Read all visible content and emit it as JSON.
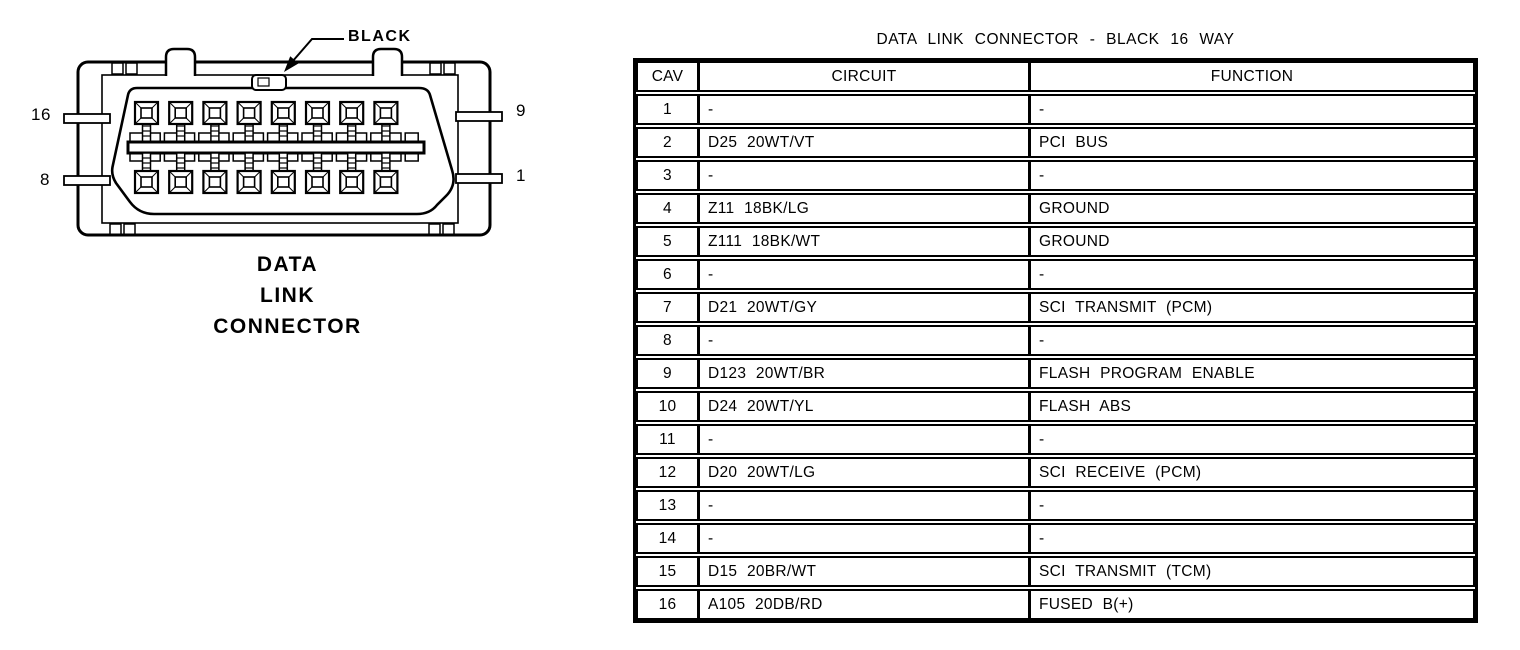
{
  "diagram": {
    "color_label": "BLACK",
    "caption_lines": [
      "DATA",
      "LINK",
      "CONNECTOR"
    ],
    "pin_labels": {
      "top_left": "16",
      "top_right": "9",
      "bottom_left": "8",
      "bottom_right": "1"
    },
    "pin_count": 16
  },
  "table": {
    "title": "DATA LINK CONNECTOR - BLACK 16 WAY",
    "headers": [
      "CAV",
      "CIRCUIT",
      "FUNCTION"
    ],
    "rows": [
      {
        "cav": "1",
        "circuit": "-",
        "function": "-"
      },
      {
        "cav": "2",
        "circuit": "D25 20WT/VT",
        "function": "PCI BUS"
      },
      {
        "cav": "3",
        "circuit": "-",
        "function": "-"
      },
      {
        "cav": "4",
        "circuit": "Z11 18BK/LG",
        "function": "GROUND"
      },
      {
        "cav": "5",
        "circuit": "Z111 18BK/WT",
        "function": "GROUND"
      },
      {
        "cav": "6",
        "circuit": "-",
        "function": "-"
      },
      {
        "cav": "7",
        "circuit": "D21 20WT/GY",
        "function": "SCI TRANSMIT (PCM)"
      },
      {
        "cav": "8",
        "circuit": "-",
        "function": "-"
      },
      {
        "cav": "9",
        "circuit": "D123 20WT/BR",
        "function": "FLASH PROGRAM ENABLE"
      },
      {
        "cav": "10",
        "circuit": "D24 20WT/YL",
        "function": "FLASH ABS"
      },
      {
        "cav": "11",
        "circuit": "-",
        "function": "-"
      },
      {
        "cav": "12",
        "circuit": "D20 20WT/LG",
        "function": "SCI RECEIVE (PCM)"
      },
      {
        "cav": "13",
        "circuit": "-",
        "function": "-"
      },
      {
        "cav": "14",
        "circuit": "-",
        "function": "-"
      },
      {
        "cav": "15",
        "circuit": "D15 20BR/WT",
        "function": "SCI TRANSMIT (TCM)"
      },
      {
        "cav": "16",
        "circuit": "A105 20DB/RD",
        "function": "FUSED B(+)"
      }
    ]
  },
  "colors": {
    "ink": "#000000",
    "paper": "#ffffff"
  }
}
